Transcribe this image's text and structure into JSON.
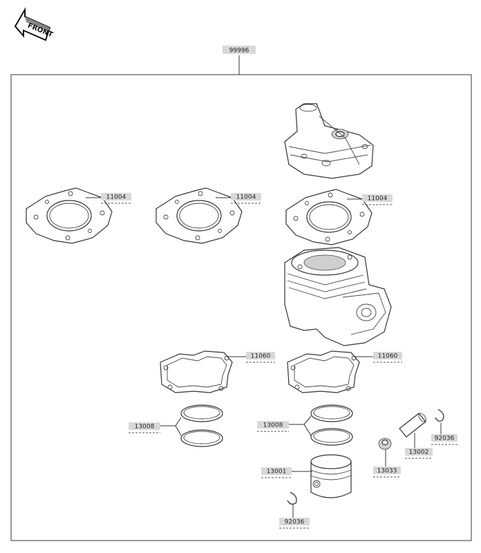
{
  "front_marker": {
    "text": "FRONT"
  },
  "kit_label": "99996",
  "labels": {
    "gasket_head_1": "11004",
    "gasket_head_2": "11004",
    "gasket_head_3": "11004",
    "gasket_base_1": "11060",
    "gasket_base_2": "11060",
    "piston_rings_1": "13008",
    "piston_rings_2": "13008",
    "piston": "13001",
    "piston_pin": "13002",
    "needle_bearing": "13033",
    "circlip_right": "92036",
    "circlip_bottom": "92036"
  },
  "colors": {
    "line": "#333333",
    "label_bg": "#d8d8d8",
    "background": "#ffffff"
  }
}
